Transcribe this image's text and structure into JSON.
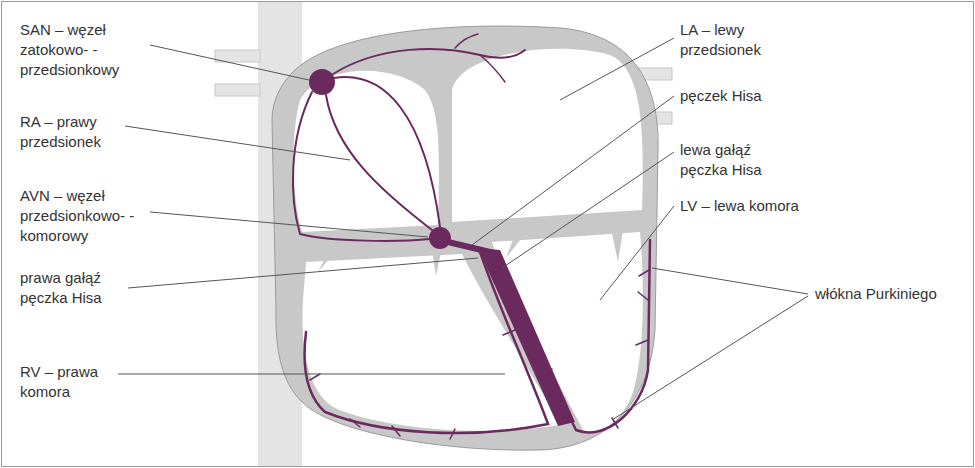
{
  "diagram": {
    "labels": [
      "SAN – węzeł zatokowo- -przedsionkowy",
      "LA – lewy przedsionek",
      "pęczek Hisa",
      "RA – prawy przedsionek",
      "lewa gałąź pęczka Hisa",
      "AVN – węzeł przedsionkowo- -komorowy",
      "LV – lewa komora",
      "prawa gałąź pęczka Hisa",
      "włókna Purkiniego",
      "RV – prawa komora"
    ]
  }
}
